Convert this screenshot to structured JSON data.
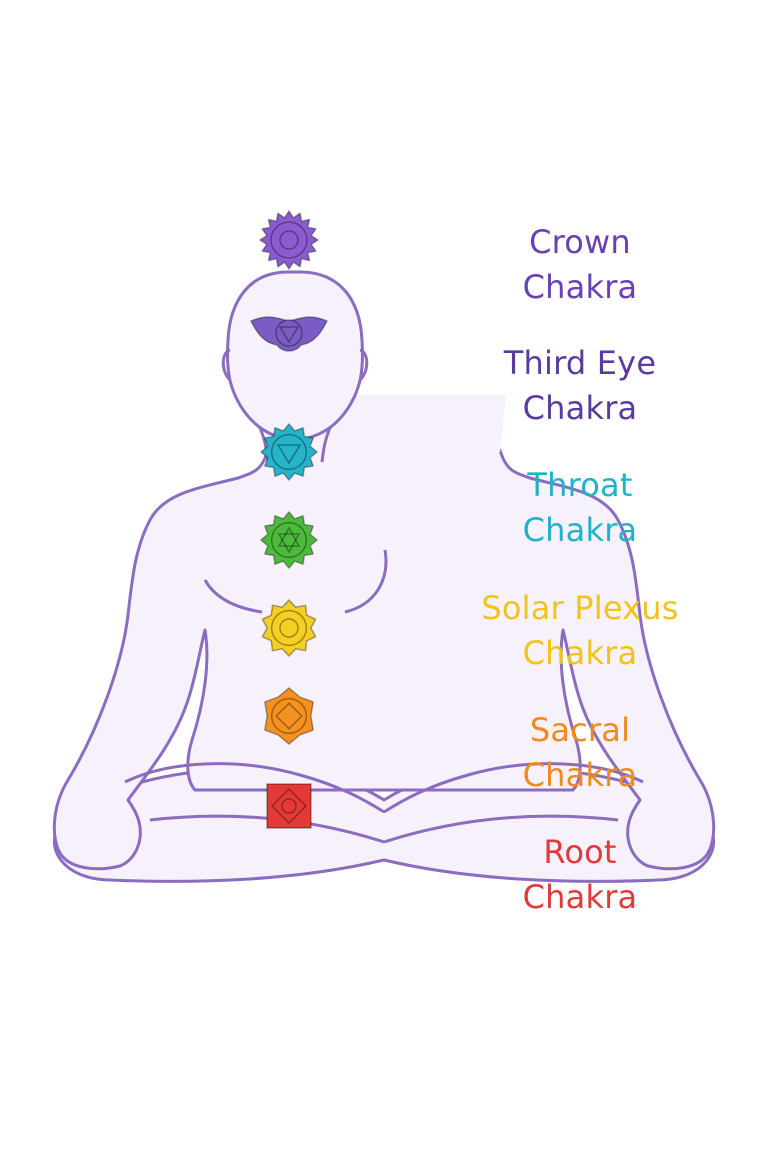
{
  "chakras": [
    {
      "key": "crown",
      "line1": "Crown",
      "line2": "Chakra",
      "color": "#6a3fb5",
      "fill": "#8a5cd0",
      "icon": "lotus-circle-icon"
    },
    {
      "key": "third-eye",
      "line1": "Third Eye",
      "line2": "Chakra",
      "color": "#5a3aa0",
      "fill": "#7c5cc4",
      "icon": "winged-triangle-icon"
    },
    {
      "key": "throat",
      "line1": "Throat",
      "line2": "Chakra",
      "color": "#1fb3c7",
      "fill": "#26b4c9",
      "icon": "lotus-triangle-icon"
    },
    {
      "key": "heart",
      "line1": "",
      "line2": "",
      "color": "#3aa83a",
      "fill": "#4cbb3c",
      "icon": "lotus-hexagram-icon"
    },
    {
      "key": "solar-plexus",
      "line1": "Solar Plexus",
      "line2": "Chakra",
      "color": "#f0c419",
      "fill": "#f5cf24",
      "icon": "lotus-circle-icon"
    },
    {
      "key": "sacral",
      "line1": "Sacral",
      "line2": "Chakra",
      "color": "#f08a1c",
      "fill": "#f5921f",
      "icon": "lotus-square-icon"
    },
    {
      "key": "root",
      "line1": "Root",
      "line2": "Chakra",
      "color": "#e03a3a",
      "fill": "#e53935",
      "icon": "square-lotus-icon"
    }
  ],
  "figure": {
    "outline_color": "#8b6cc1",
    "body_fill": "#f6f1fb"
  }
}
